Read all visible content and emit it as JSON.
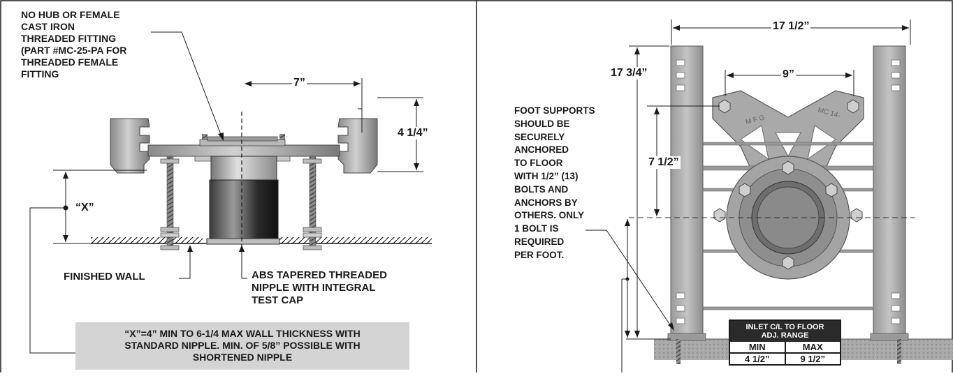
{
  "left_panel": {
    "callout_fitting": [
      "NO HUB OR FEMALE",
      "CAST IRON",
      "THREADED FITTING",
      "(PART #MC-25-PA FOR",
      "THREADED FEMALE",
      "FITTING"
    ],
    "dim_7": "7”",
    "dim_4_1_4": "4 1/4”",
    "dim_x": "“X”",
    "finished_wall": "FINISHED WALL",
    "callout_nipple": [
      "ABS TAPERED THREADED",
      "NIPPLE WITH INTEGRAL",
      "TEST CAP"
    ],
    "note": [
      "“X”=4” MIN TO 6-1/4 MAX WALL THICKNESS WITH",
      "STANDARD NIPPLE. MIN. OF 5/8” POSSIBLE WITH",
      "SHORTENED NIPPLE"
    ]
  },
  "right_panel": {
    "dim_17_1_2": "17 1/2”",
    "dim_17_3_4": "17 3/4”",
    "dim_9": "9”",
    "dim_7_1_2": "7 1/2”",
    "foot_note": [
      "FOOT SUPPORTS",
      "SHOULD BE",
      "SECURELY",
      "ANCHORED",
      "TO FLOOR",
      "WITH 1/2” (13)",
      "BOLTS AND",
      "ANCHORS BY",
      "OTHERS. ONLY",
      "1 BOLT IS",
      "REQUIRED",
      "PER FOOT."
    ],
    "bracket_marks": [
      "M F G",
      "MC 14-"
    ],
    "adj_table": {
      "header": [
        "INLET C/L TO FLOOR",
        "ADJ. RANGE"
      ],
      "col_labels": [
        "MIN",
        "MAX"
      ],
      "values": [
        "4 1/2”",
        "9 1/2”"
      ]
    }
  },
  "colors": {
    "metal_light": "#b3b3b3",
    "metal_dark": "#6e6e6e",
    "line": "#1a1a1a",
    "note_bg": "#d4d4d4",
    "floor": "#a8a8a8"
  }
}
